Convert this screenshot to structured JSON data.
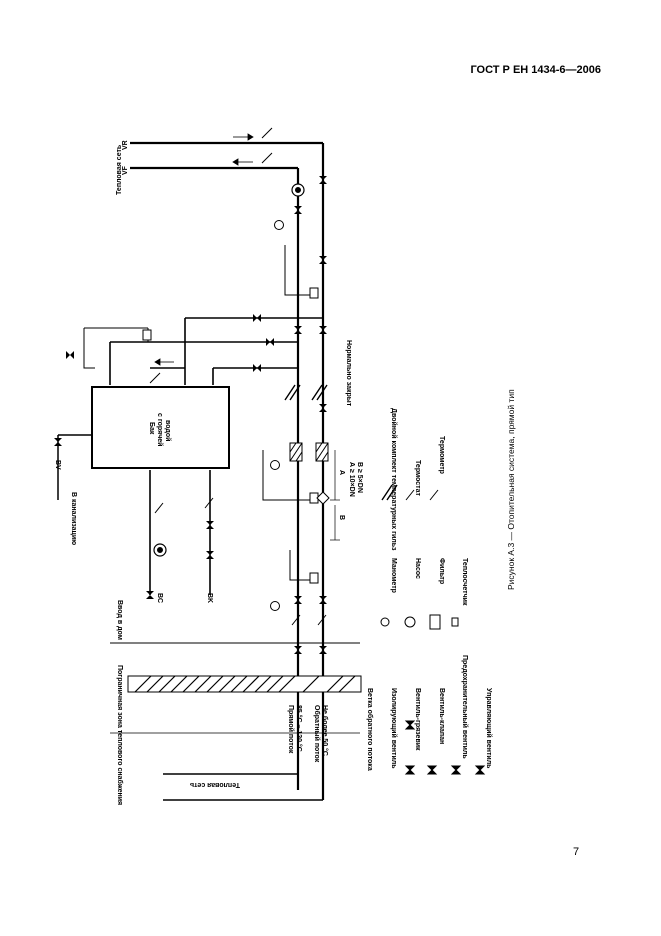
{
  "header": {
    "standard": "ГОСТ Р ЕН 1434-6—2006"
  },
  "page_number": "7",
  "caption": "Рисунок А.3 — Отопительная система, прямой тип",
  "network": {
    "title": "Тепловая сеть",
    "vr": "VR",
    "vf": "VF",
    "bottom_label": "Тепловая сеть"
  },
  "zones": {
    "boundary_title": "Пограничная зона теплового снабжения",
    "house_inlet": "Ввод в дом"
  },
  "flows": {
    "supply_title": "Прямой поток",
    "supply_temp": "85 °С – 120 °С",
    "return_title": "Обратный поток",
    "return_temp": "Не более 50 °С"
  },
  "tank": {
    "line1": "Бак",
    "line2": "с горячей",
    "line3": "водой"
  },
  "pipe_labels": {
    "bc": "BC",
    "bk": "BK",
    "bv": "BV",
    "drain": "В канализацию",
    "normally_closed": "Нормально закрыт",
    "dim_a": "А ≥ 10×DN",
    "dim_b": "В ≥ 5×DN",
    "a_mark": "A",
    "b_mark": "B"
  },
  "legend": [
    {
      "label": "Ветка обратного потока"
    },
    {
      "label": "Изолирующий вентиль"
    },
    {
      "label": "Вентиль-грязевик"
    },
    {
      "label": "Вентиль-клапан"
    },
    {
      "label": "Предохранительный вентиль"
    },
    {
      "label": "Управляющий вентиль"
    },
    {
      "label": "Манометр"
    },
    {
      "label": "Насос"
    },
    {
      "label": "Фильтр"
    },
    {
      "label": "Теплосчетчик"
    },
    {
      "label": "Двойной комплект температурных гильз"
    },
    {
      "label": "Термостат"
    },
    {
      "label": "Термометр"
    }
  ]
}
